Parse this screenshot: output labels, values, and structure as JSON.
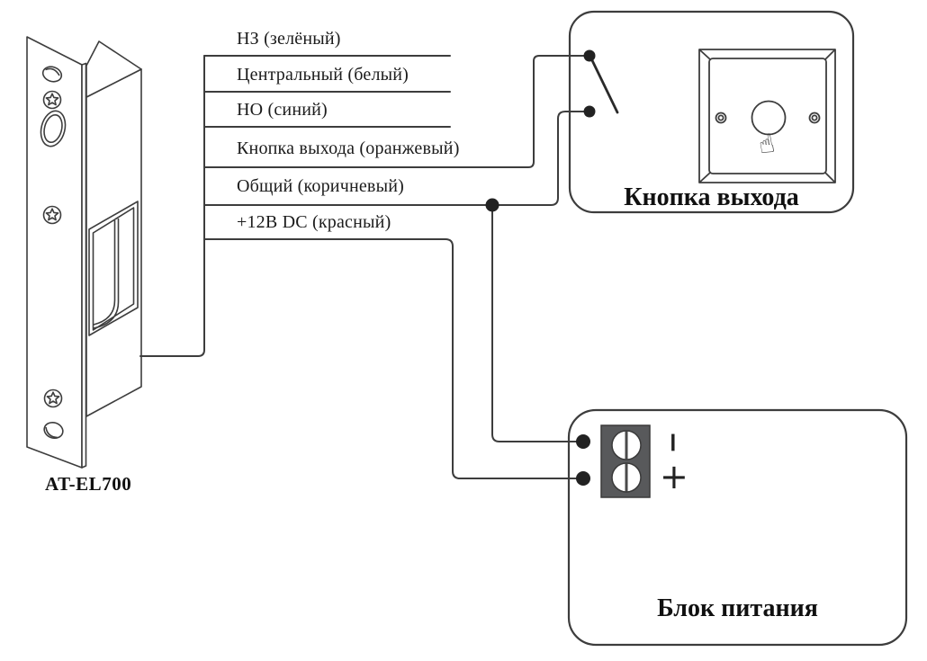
{
  "lock": {
    "model_label": "AT-EL700"
  },
  "wires": [
    {
      "label": "НЗ (зелёный)"
    },
    {
      "label": "Центральный (белый)"
    },
    {
      "label": "НО (синий)"
    },
    {
      "label": "Кнопка выхода (оранжевый)"
    },
    {
      "label": "Общий (коричневый)"
    },
    {
      "label": "+12В DC (красный)"
    }
  ],
  "exit_button_box": {
    "title": "Кнопка выхода"
  },
  "power_supply_box": {
    "title": "Блок питания",
    "minus_label": "−",
    "plus_label": "+"
  },
  "icons": {
    "hand_icon": "☝"
  },
  "colors": {
    "line": "#3d3d3d",
    "text": "#1b1b1b",
    "terminal_block_fill": "#58595b",
    "background": "#ffffff"
  }
}
